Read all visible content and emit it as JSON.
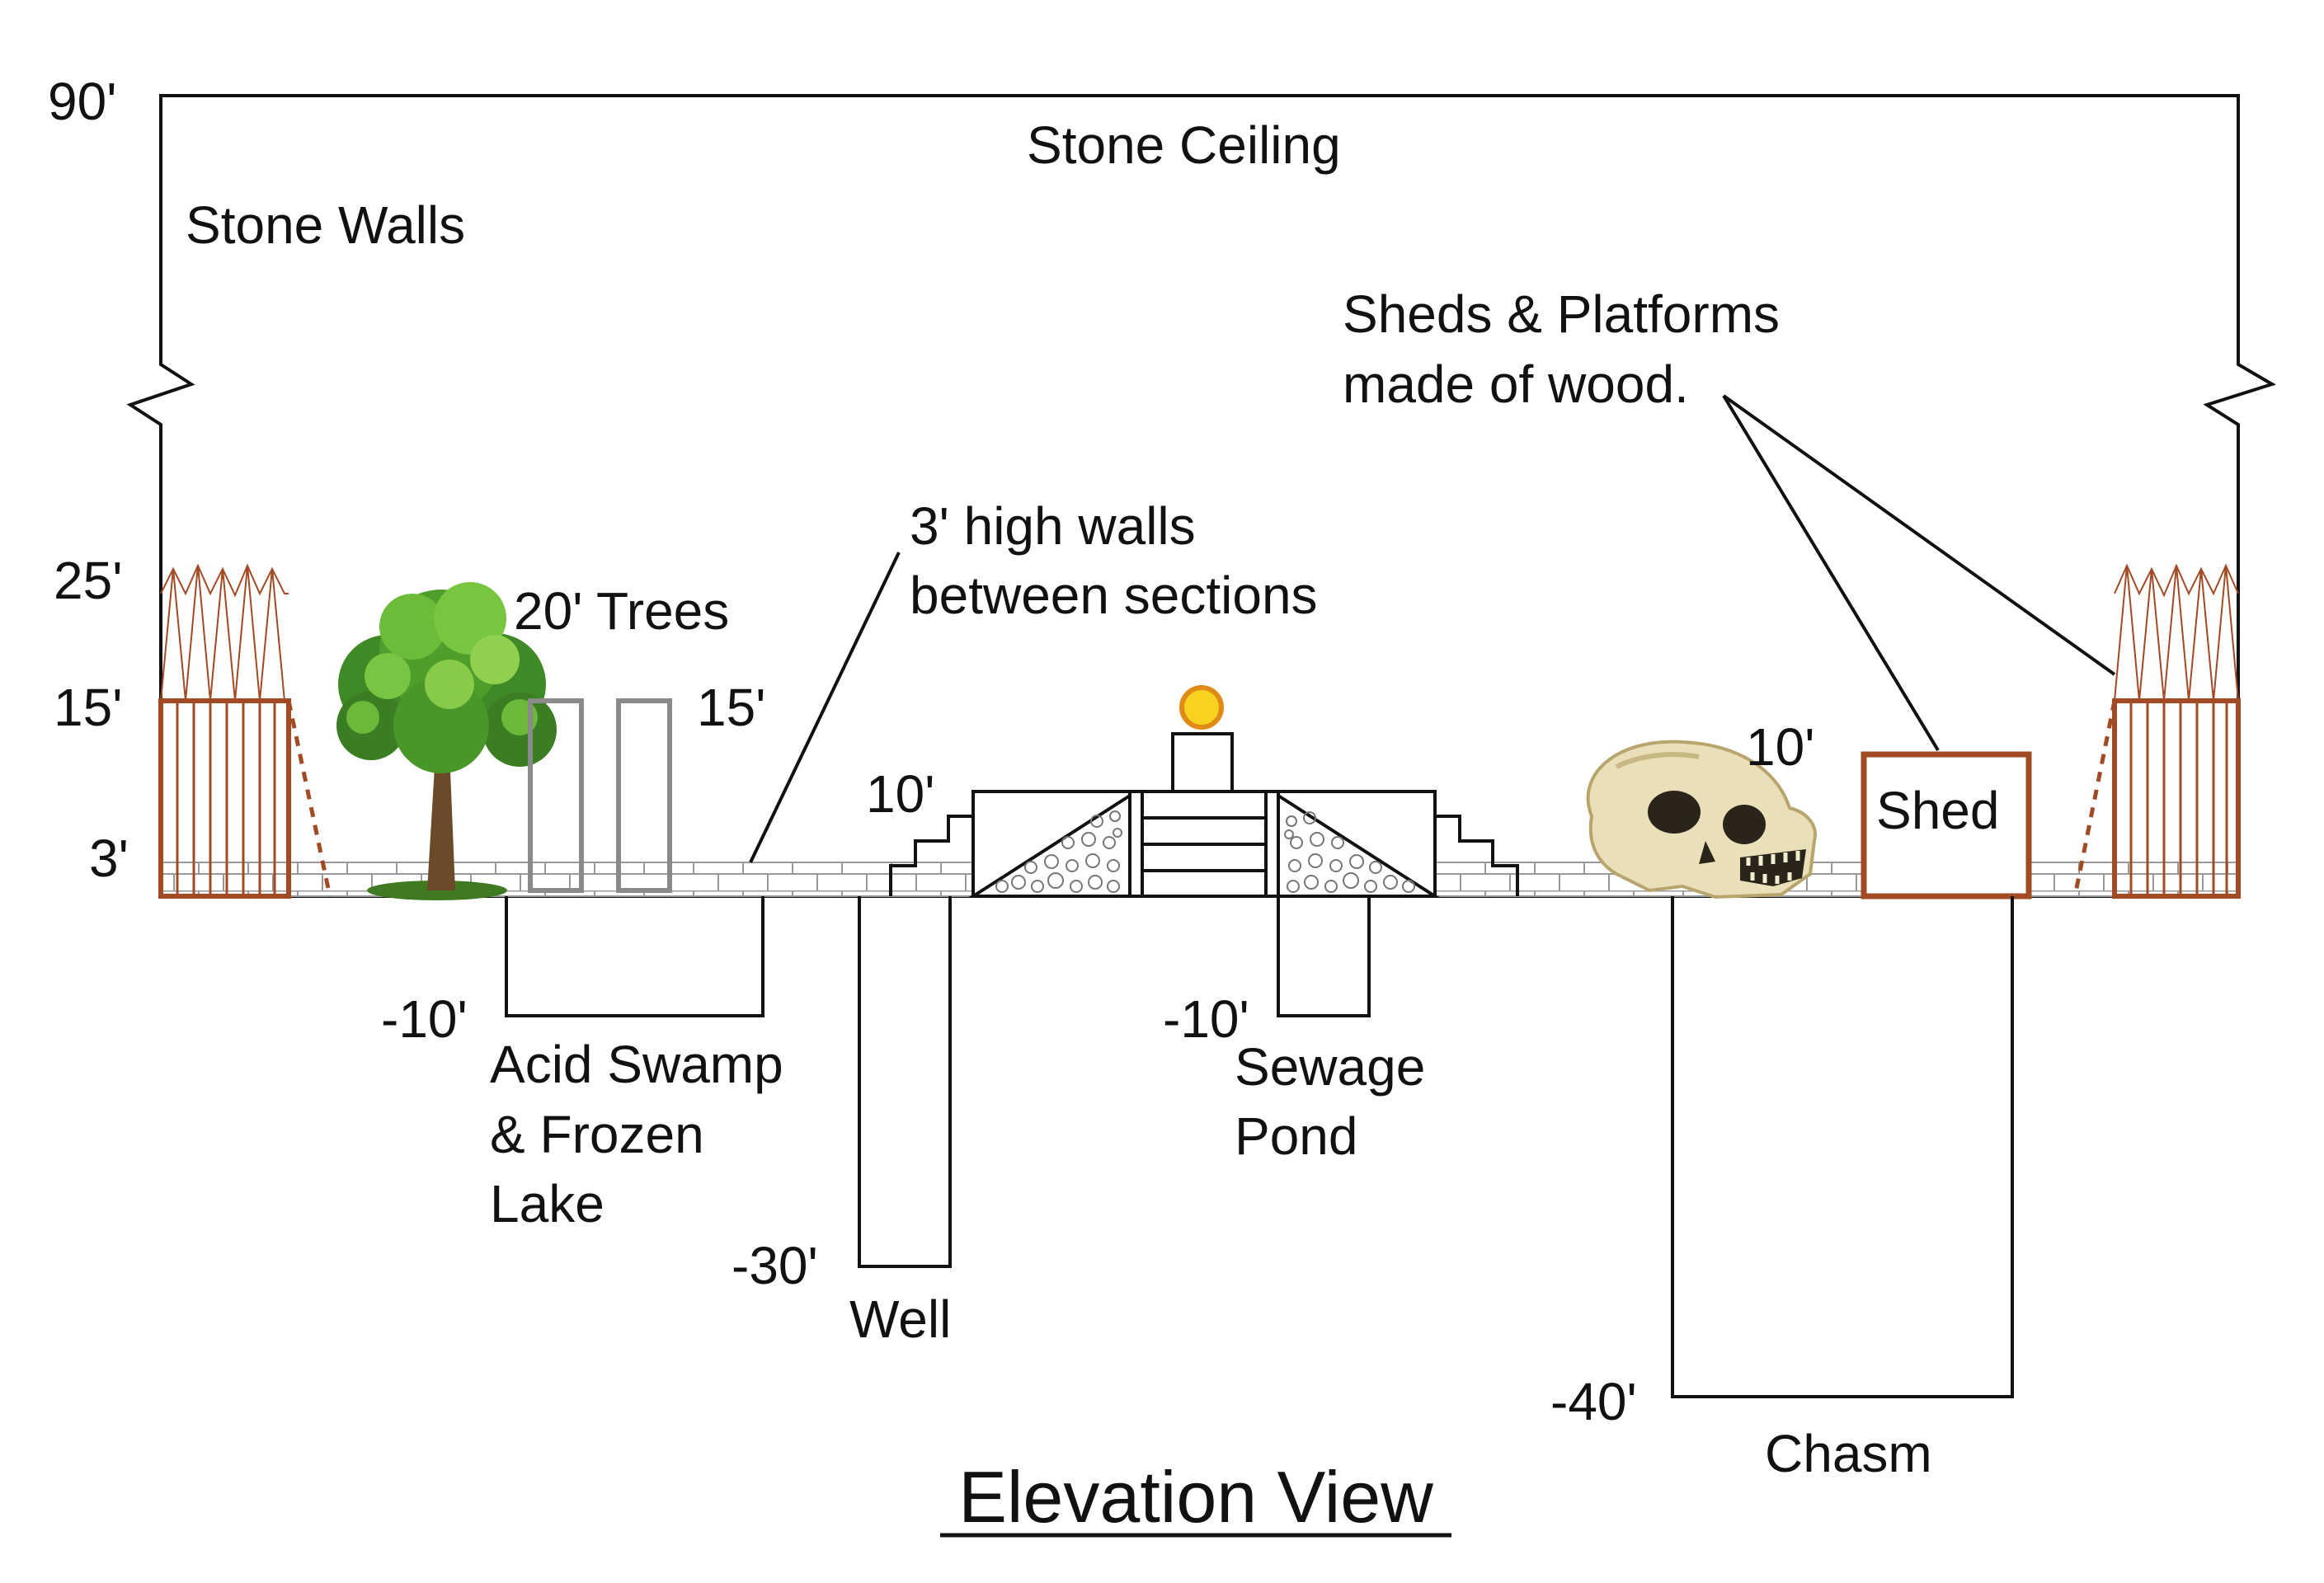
{
  "diagram": {
    "title": "Elevation View",
    "ceiling_label": "Stone Ceiling",
    "walls_label": "Stone Walls",
    "sheds_note_line1": "Sheds & Platforms",
    "sheds_note_line2": "made of wood.",
    "walls_note_line1": "3' high walls",
    "walls_note_line2": "between sections",
    "trees_label": "20' Trees",
    "shed_label": "Shed",
    "levels": {
      "top": "90'",
      "palisade_top": "25'",
      "palisade_mid": "15'",
      "ground_wall": "3'"
    },
    "heights": {
      "towers": "15'",
      "steps": "10'",
      "skull_platform": "10'"
    },
    "depths": {
      "swamp": "-10'",
      "well": "-30'",
      "sewage": "-10'",
      "chasm": "-40'"
    },
    "pits": {
      "swamp_line1": "Acid Swamp",
      "swamp_line2": "& Frozen",
      "swamp_line3": "Lake",
      "well": "Well",
      "sewage_line1": "Sewage",
      "sewage_line2": "Pond",
      "chasm": "Chasm"
    },
    "icons": [
      "tree-icon",
      "skull-icon",
      "sun-orb-icon"
    ],
    "colors": {
      "wood": "#a14a24",
      "line": "#111111",
      "brick": "#9a9a9a",
      "orb": "#f5c400"
    }
  }
}
